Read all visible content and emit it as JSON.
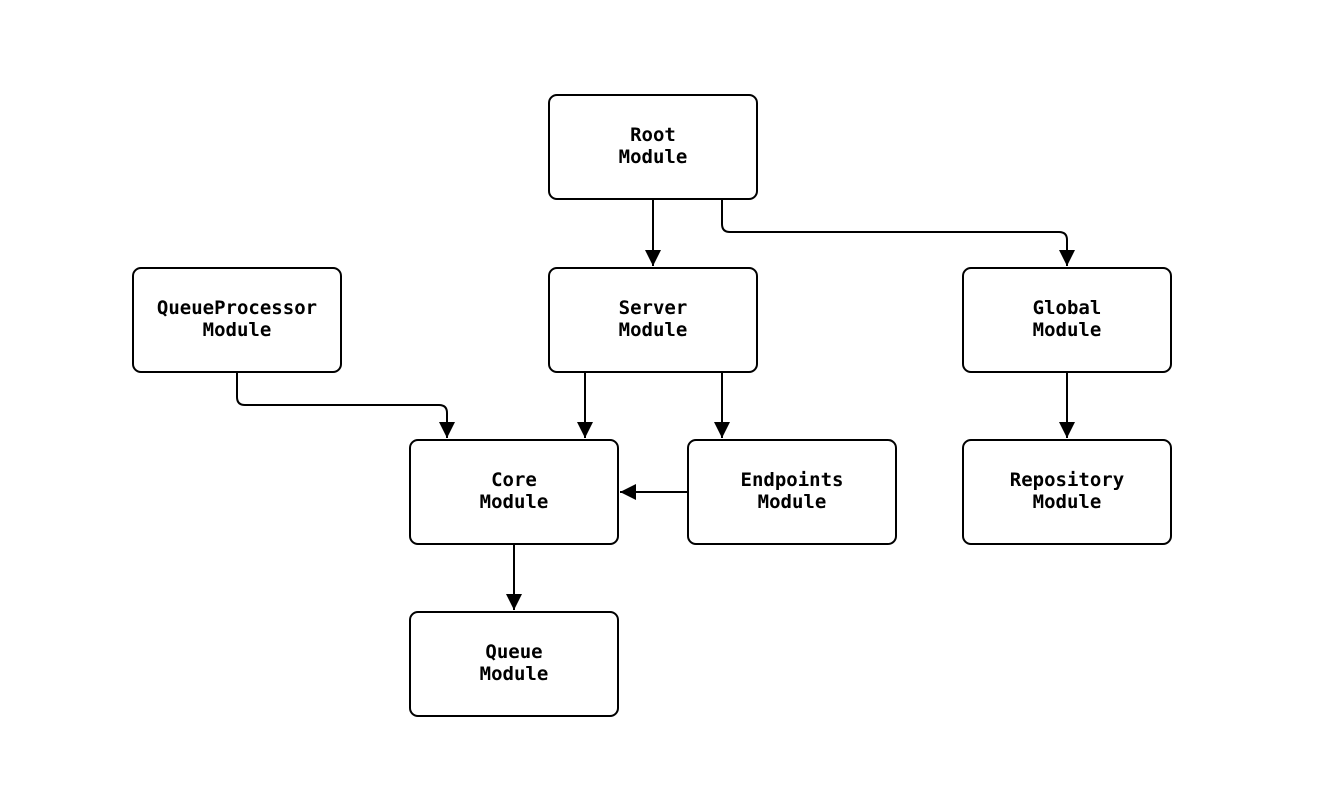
{
  "diagram": {
    "type": "module-dependency-flowchart",
    "background_color": "#ffffff",
    "node_fill_color": "#ffffff",
    "line_color": "#000000",
    "text_color": "#000000",
    "nodes": {
      "root": {
        "line1": "Root",
        "line2": "Module"
      },
      "server": {
        "line1": "Server",
        "line2": "Module"
      },
      "global": {
        "line1": "Global",
        "line2": "Module"
      },
      "queueprocessor": {
        "line1": "QueueProcessor",
        "line2": "Module"
      },
      "core": {
        "line1": "Core",
        "line2": "Module"
      },
      "endpoints": {
        "line1": "Endpoints",
        "line2": "Module"
      },
      "repository": {
        "line1": "Repository",
        "line2": "Module"
      },
      "queue": {
        "line1": "Queue",
        "line2": "Module"
      }
    },
    "edges": [
      {
        "from": "Root Module",
        "to": "Server Module"
      },
      {
        "from": "Root Module",
        "to": "Global Module"
      },
      {
        "from": "Server Module",
        "to": "Core Module"
      },
      {
        "from": "Server Module",
        "to": "Endpoints Module"
      },
      {
        "from": "QueueProcessor Module",
        "to": "Core Module"
      },
      {
        "from": "Endpoints Module",
        "to": "Core Module"
      },
      {
        "from": "Global Module",
        "to": "Repository Module"
      },
      {
        "from": "Core Module",
        "to": "Queue Module"
      }
    ]
  }
}
